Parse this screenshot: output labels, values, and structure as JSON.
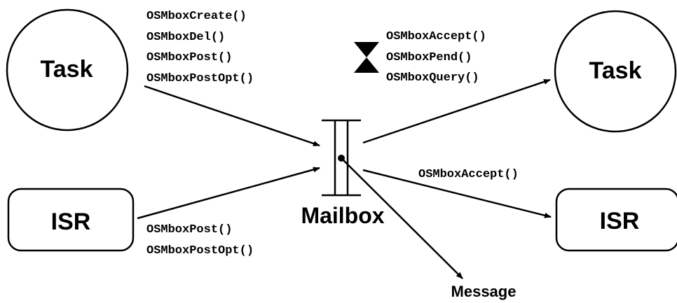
{
  "nodes": {
    "task_left": "Task",
    "task_right": "Task",
    "isr_left": "ISR",
    "isr_right": "ISR",
    "mailbox": "Mailbox",
    "message": "Message"
  },
  "api_lists": {
    "task_post": [
      "OSMboxCreate()",
      "OSMboxDel()",
      "OSMboxPost()",
      "OSMboxPostOpt()"
    ],
    "task_pend": [
      "OSMboxAccept()",
      "OSMboxPend()",
      "OSMboxQuery()"
    ],
    "isr_post": [
      "OSMboxPost()",
      "OSMboxPostOpt()"
    ],
    "isr_accept": [
      "OSMboxAccept()"
    ]
  },
  "icons": {
    "timeout": "hourglass-icon"
  },
  "colors": {
    "stroke": "#000000",
    "background": "#ffffff"
  }
}
